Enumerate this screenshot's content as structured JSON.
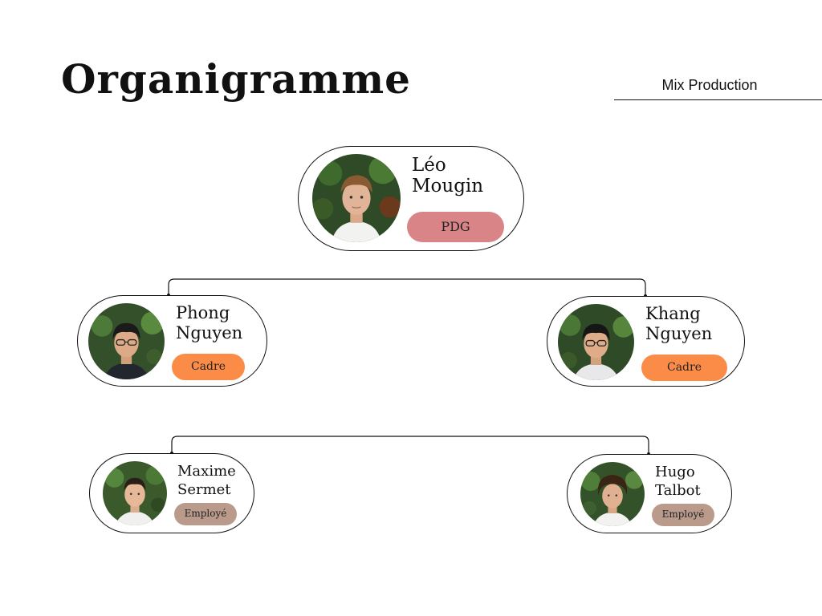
{
  "header": {
    "title": "Organigramme",
    "company": "Mix Production"
  },
  "colors": {
    "ceo_badge": "#d98588",
    "manager_badge": "#fb8c48",
    "employee_badge": "#b99a8b",
    "line": "#111111"
  },
  "people": {
    "ceo": {
      "first_name": "Léo",
      "last_name": "Mougin",
      "role": "PDG"
    },
    "managers": [
      {
        "first_name": "Phong",
        "last_name": "Nguyen",
        "role": "Cadre"
      },
      {
        "first_name": "Khang",
        "last_name": "Nguyen",
        "role": "Cadre"
      }
    ],
    "employees": [
      {
        "first_name": "Maxime",
        "last_name": "Sermet",
        "role": "Employé"
      },
      {
        "first_name": "Hugo",
        "last_name": "Talbot",
        "role": "Employé"
      }
    ]
  }
}
